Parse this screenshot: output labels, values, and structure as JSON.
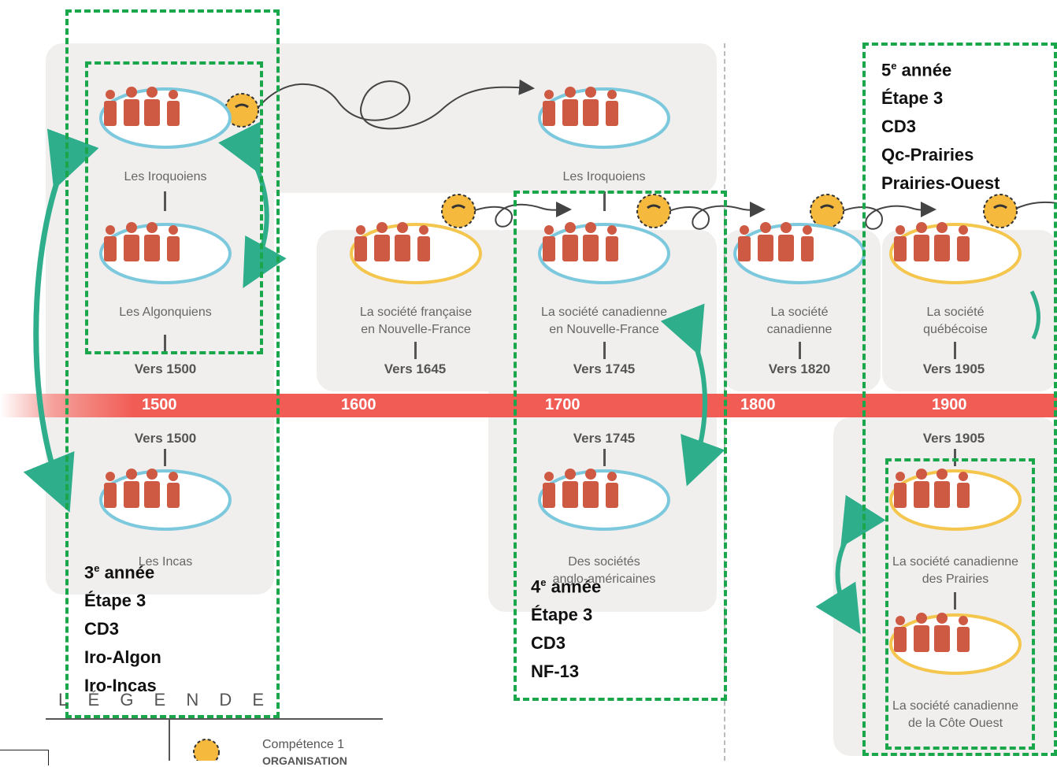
{
  "timeline": {
    "years": [
      "1500",
      "1600",
      "1700",
      "1800",
      "1900"
    ]
  },
  "societies": {
    "iroquoiens_1500": "Les Iroquoiens",
    "algonquiens": "Les Algonquiens",
    "incas": "Les Incas",
    "iroquoiens_top": "Les Iroquoiens",
    "francaise_l1": "La société française",
    "francaise_l2": "en Nouvelle-France",
    "canadienne_nf_l1": "La société canadienne",
    "canadienne_nf_l2": "en Nouvelle-France",
    "canadienne_l1": "La société",
    "canadienne_l2": "canadienne",
    "quebecoise_l1": "La société",
    "quebecoise_l2": "québécoise",
    "anglo_l1": "Des sociétés",
    "anglo_l2": "anglo-américaines",
    "prairies_l1": "La société canadienne",
    "prairies_l2": "des Prairies",
    "cote_l1": "La société canadienne",
    "cote_l2": "de la Côte Ouest"
  },
  "dates": {
    "d1500_top": "Vers 1500",
    "d1645": "Vers 1645",
    "d1745_top": "Vers 1745",
    "d1820": "Vers 1820",
    "d1905_top": "Vers 1905",
    "d1500_bottom": "Vers 1500",
    "d1745_bottom": "Vers 1745",
    "d1905_bottom": "Vers 1905"
  },
  "annotations": {
    "grade3": {
      "grade": "3",
      "sup": "e",
      "word": " année",
      "etape": "Étape 3",
      "cd": "CD3",
      "l1": "Iro-Algon",
      "l2": "Iro-Incas"
    },
    "grade4": {
      "grade": "4",
      "sup": "e",
      "word": " année",
      "etape": "Étape 3",
      "cd": "CD3",
      "l1": "NF-13"
    },
    "grade5": {
      "grade": "5",
      "sup": "e",
      "word": " année",
      "etape": "Étape 3",
      "cd": "CD3",
      "l1": "Qc-Prairies",
      "l2": "Prairies-Ouest"
    }
  },
  "legend": {
    "title": "L É G E N D E",
    "item1": "Compétence 1",
    "item1_sub": "ORGANISATION"
  },
  "colors": {
    "timeline_red": "#f15c55",
    "people_red": "#cf5a44",
    "ring_blue": "#7cc8dd",
    "ring_yellow": "#f4c64e",
    "green_dash": "#1aa64a",
    "arrow_teal": "#2fae8c",
    "panel_gray": "#f0efee",
    "gear": "#f5b93e"
  }
}
